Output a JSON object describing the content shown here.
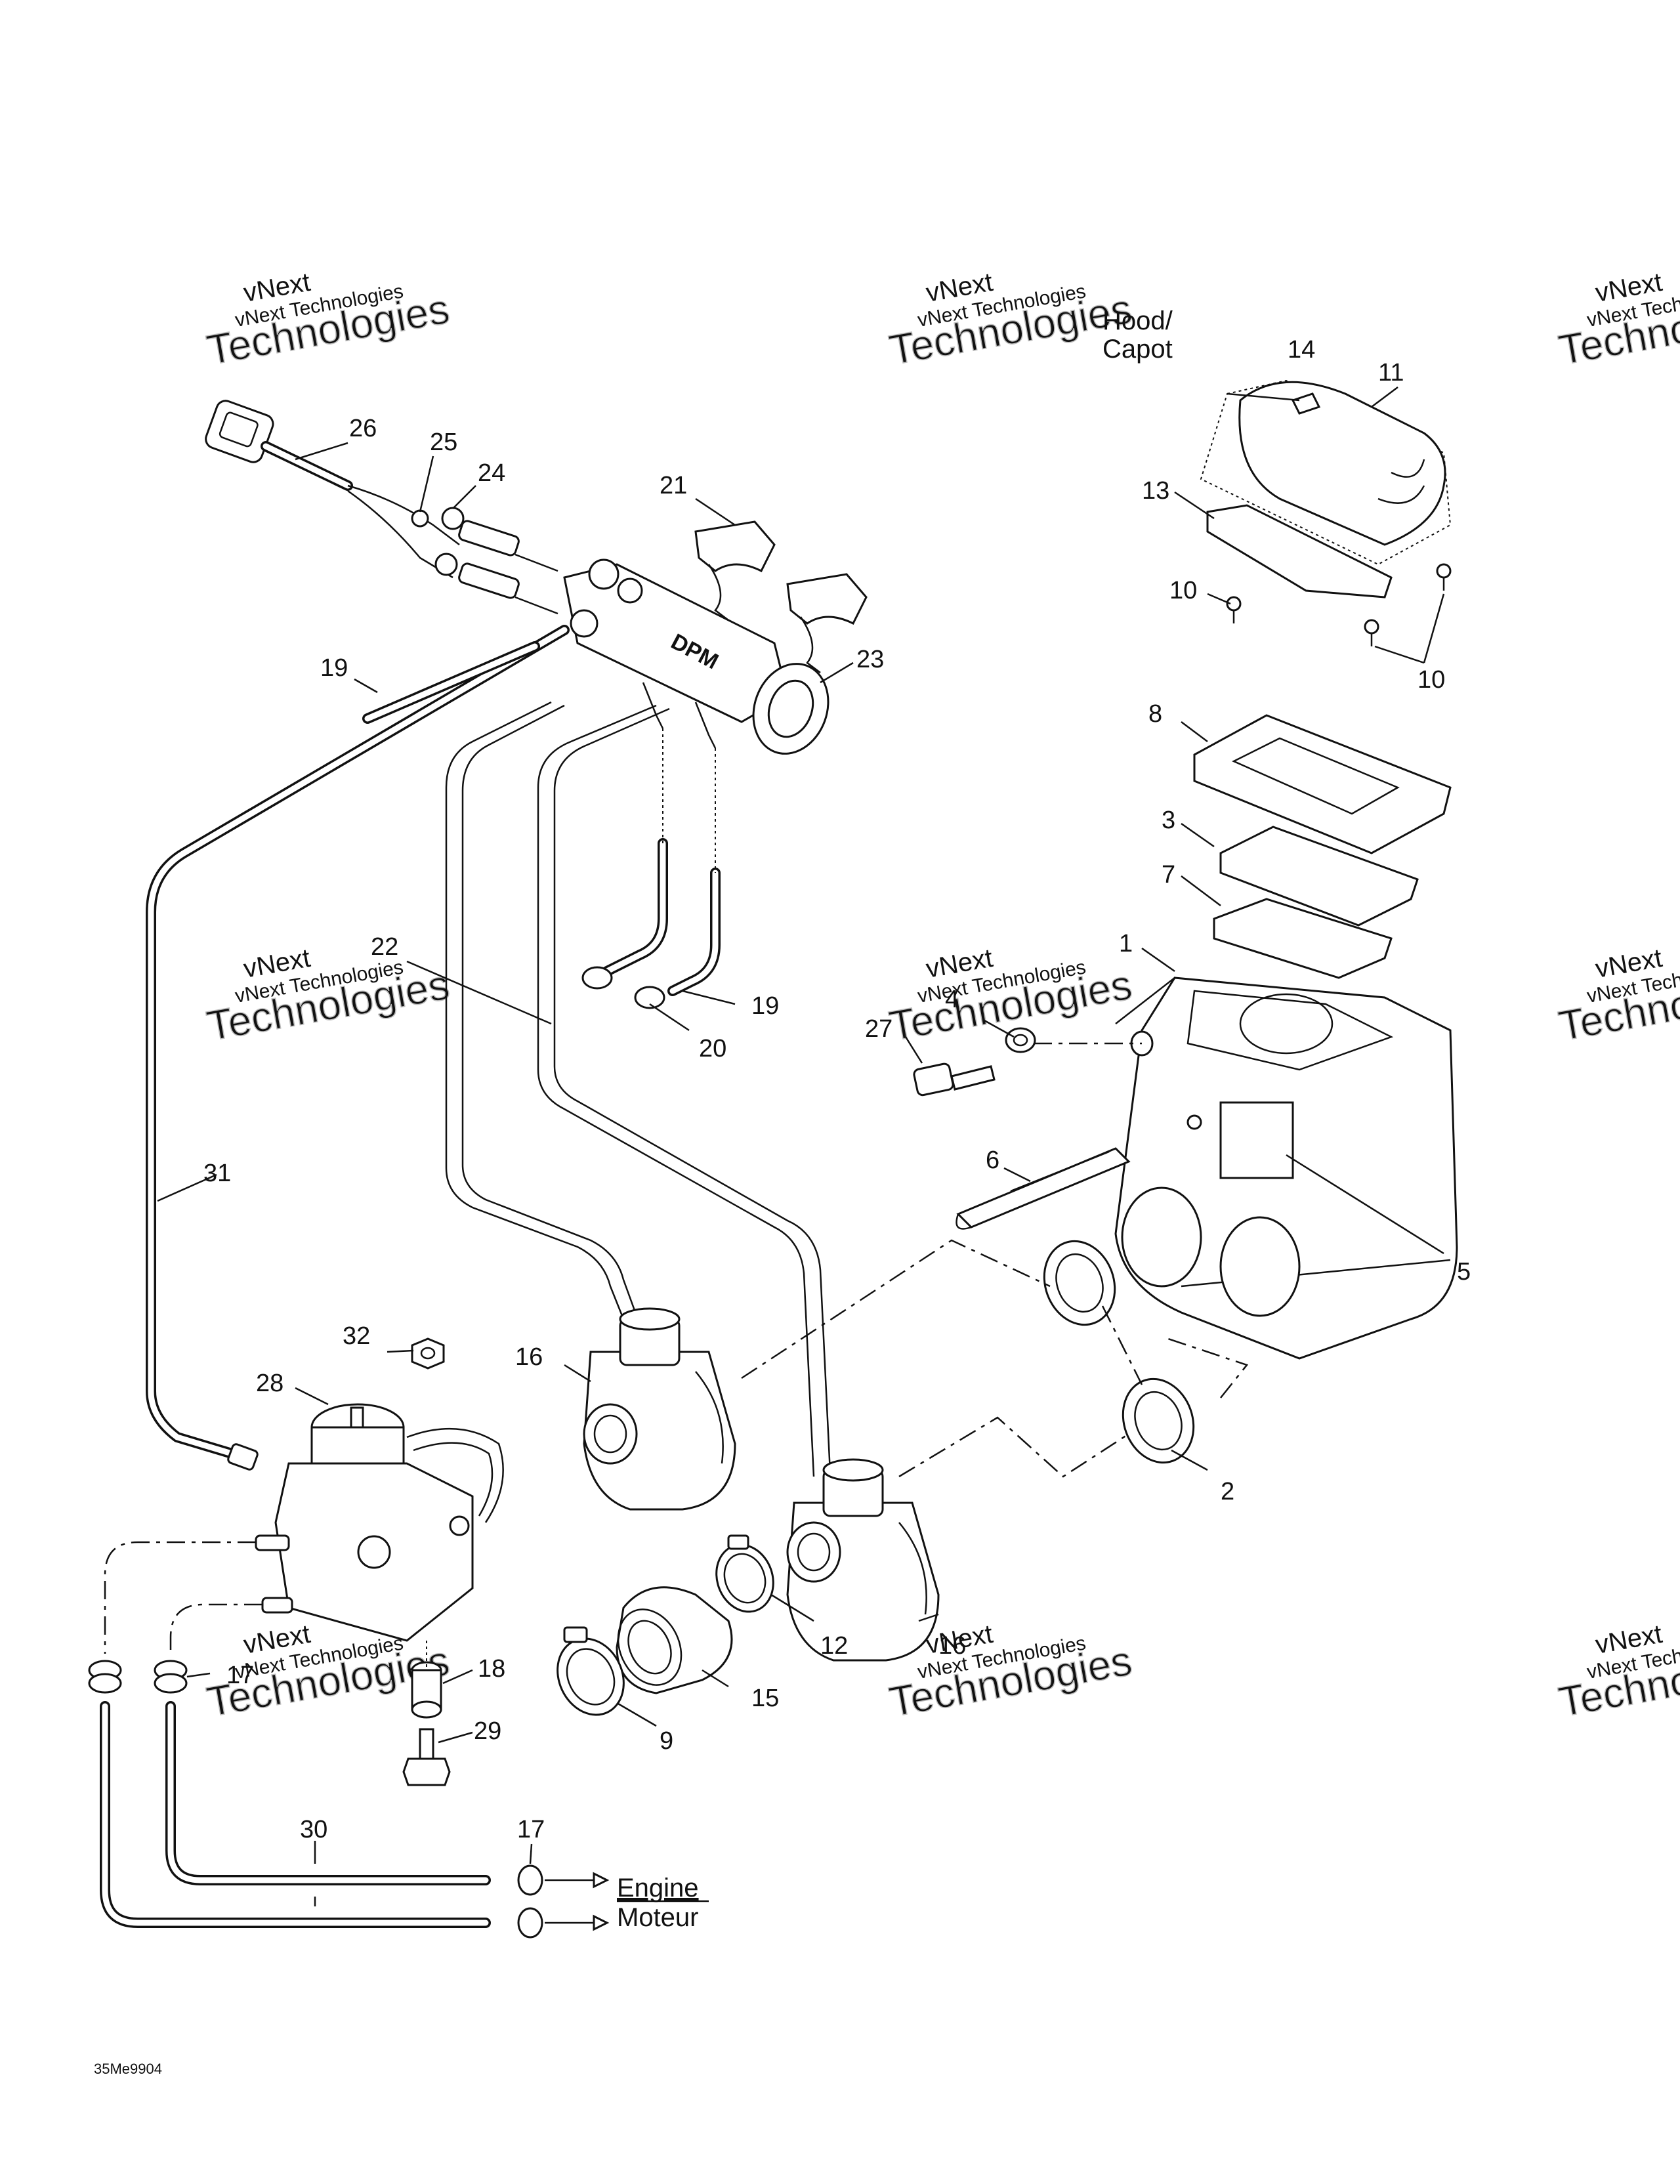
{
  "diagram": {
    "reference_code": "35Me9904",
    "heading_hood": [
      "Hood/",
      "Capot"
    ],
    "heading_engine": [
      "Engine",
      "Moteur"
    ],
    "callouts": {
      "c26": "26",
      "c25": "25",
      "c24": "24",
      "c21": "21",
      "c23": "23",
      "c19a": "19",
      "c19b": "19",
      "c20": "20",
      "c22": "22",
      "c31": "31",
      "c14": "14",
      "c11": "11",
      "c13": "13",
      "c10a": "10",
      "c10b": "10",
      "c8": "8",
      "c3": "3",
      "c7": "7",
      "c1": "1",
      "c4": "4",
      "c27": "27",
      "c6": "6",
      "c5": "5",
      "c2": "2",
      "c16a": "16",
      "c16b": "16",
      "c32": "32",
      "c28": "28",
      "c17a": "17",
      "c17b": "17",
      "c18": "18",
      "c29": "29",
      "c12": "12",
      "c15": "15",
      "c9": "9",
      "c30": "30"
    },
    "part_label": "DPM",
    "watermark": {
      "line1": "vNext",
      "line2": "vNext Technologies",
      "line3": "Technologies"
    }
  }
}
